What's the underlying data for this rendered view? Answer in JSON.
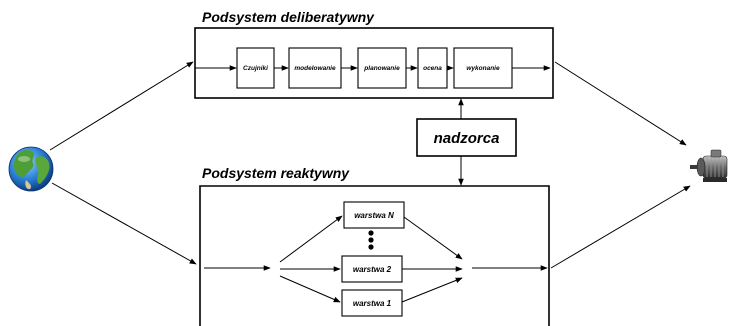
{
  "deliberative": {
    "title": "Podsystem deliberatywny",
    "steps": [
      "Czujniki",
      "modelowanie",
      "planowanie",
      "ocena",
      "wykonanie"
    ]
  },
  "supervisor": {
    "label": "nadzorca"
  },
  "reactive": {
    "title": "Podsystem reaktywny",
    "layers": [
      "warstwa N",
      "warstwa 2",
      "warstwa 1"
    ]
  },
  "icons": {
    "input": "globe-icon",
    "output": "motor-icon"
  }
}
